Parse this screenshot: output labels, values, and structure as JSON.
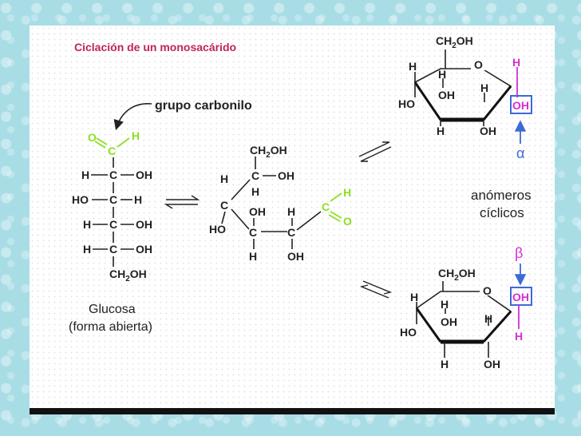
{
  "title": "Ciclación de un monosacárido",
  "colors": {
    "title": "#c0245a",
    "carbonyl": "#8ce020",
    "magenta": "#d42fd4",
    "blue": "#3d6ad6"
  },
  "glucose_open": {
    "pointer_label": "grupo  carbonilo",
    "caption_line1": "Glucosa",
    "caption_line2": "(forma abierta)",
    "O": "O",
    "C": "C",
    "H": "H",
    "OH": "OH",
    "HO": "HO",
    "CH2OH": "CH2OH"
  },
  "intermediate": {
    "C": "C",
    "H": "H",
    "OH": "OH",
    "HO": "HO",
    "O": "O",
    "CH2OH": "CH2OH"
  },
  "alpha": {
    "symbol": "α",
    "H": "H",
    "OH": "OH",
    "HO": "HO",
    "O": "O",
    "CH2OH": "CH2OH"
  },
  "beta": {
    "symbol": "β",
    "H": "H",
    "OH": "OH",
    "HO": "HO",
    "O": "O",
    "CH2OH": "CH2OH"
  },
  "anomers_line1": "anómeros",
  "anomers_line2": "cíclicos"
}
